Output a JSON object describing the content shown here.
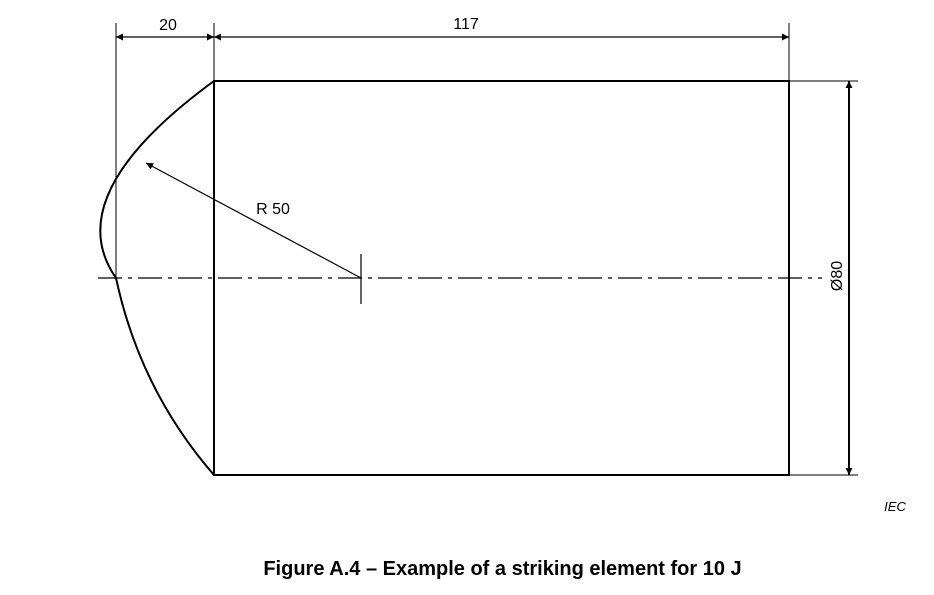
{
  "dimensions": {
    "tip_length": "20",
    "body_length": "117",
    "radius": "R 50",
    "diameter": "Ø80"
  },
  "watermark": "IEC",
  "caption": "Figure A.4 – Example of a striking element for 10 J"
}
